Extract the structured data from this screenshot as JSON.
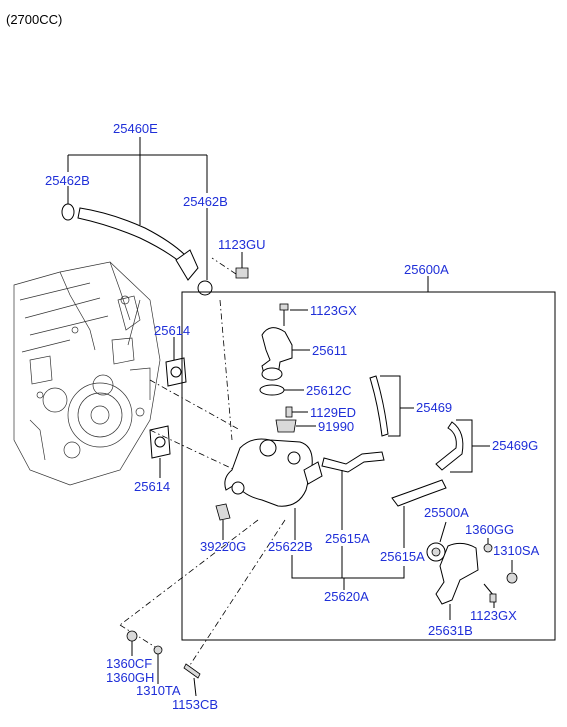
{
  "header": {
    "variant": "(2700CC)"
  },
  "labels": {
    "p25460E": "25460E",
    "p25462B_left": "25462B",
    "p25462B_right": "25462B",
    "p1123GU": "1123GU",
    "p25600A": "25600A",
    "p1123GX_top": "1123GX",
    "p25614_top": "25614",
    "p25611": "25611",
    "p25612C": "25612C",
    "p25469": "25469",
    "p1129ED": "1129ED",
    "p91990": "91990",
    "p25469G": "25469G",
    "p25614_bottom": "25614",
    "p25500A": "25500A",
    "p1360GG": "1360GG",
    "p39220G": "39220G",
    "p25622B": "25622B",
    "p25615A_left": "25615A",
    "p1310SA": "1310SA",
    "p25615A_right": "25615A",
    "p25620A": "25620A",
    "p1123GX_bottom": "1123GX",
    "p25631B": "25631B",
    "p1360CF": "1360CF",
    "p1360GH": "1360GH",
    "p1310TA": "1310TA",
    "p1153CB": "1153CB"
  }
}
